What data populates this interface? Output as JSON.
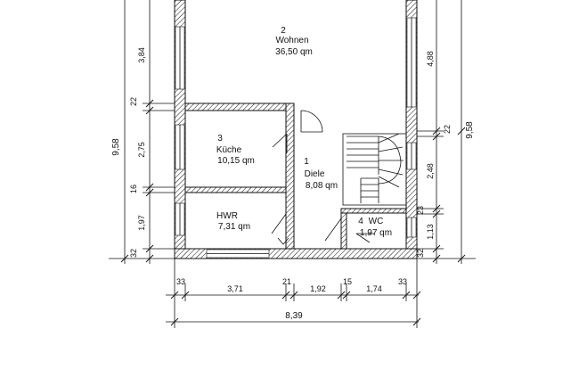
{
  "rooms": [
    {
      "number": "2",
      "name": "Wohnen",
      "area": "36,50 qm"
    },
    {
      "number": "3",
      "name": "Küche",
      "area": "10,15 qm"
    },
    {
      "number": "1",
      "name": "Diele",
      "area": "8,08 qm"
    },
    {
      "name": "HWR",
      "area": "7,31 qm"
    },
    {
      "number": "4",
      "name": "WC",
      "area": "1,97 qm"
    }
  ],
  "dimensions": {
    "left_segments": [
      "3,84",
      "22",
      "2,75",
      "16",
      "1,97",
      "32"
    ],
    "left_total": "9,58",
    "right_segments": [
      "4,88",
      "22",
      "2,48",
      "23",
      "1,13",
      "32"
    ],
    "right_total": "9,58",
    "bottom_segments": [
      "33",
      "3,71",
      "21",
      "1,92",
      "15",
      "1,74",
      "33"
    ],
    "bottom_total": "8,39"
  }
}
